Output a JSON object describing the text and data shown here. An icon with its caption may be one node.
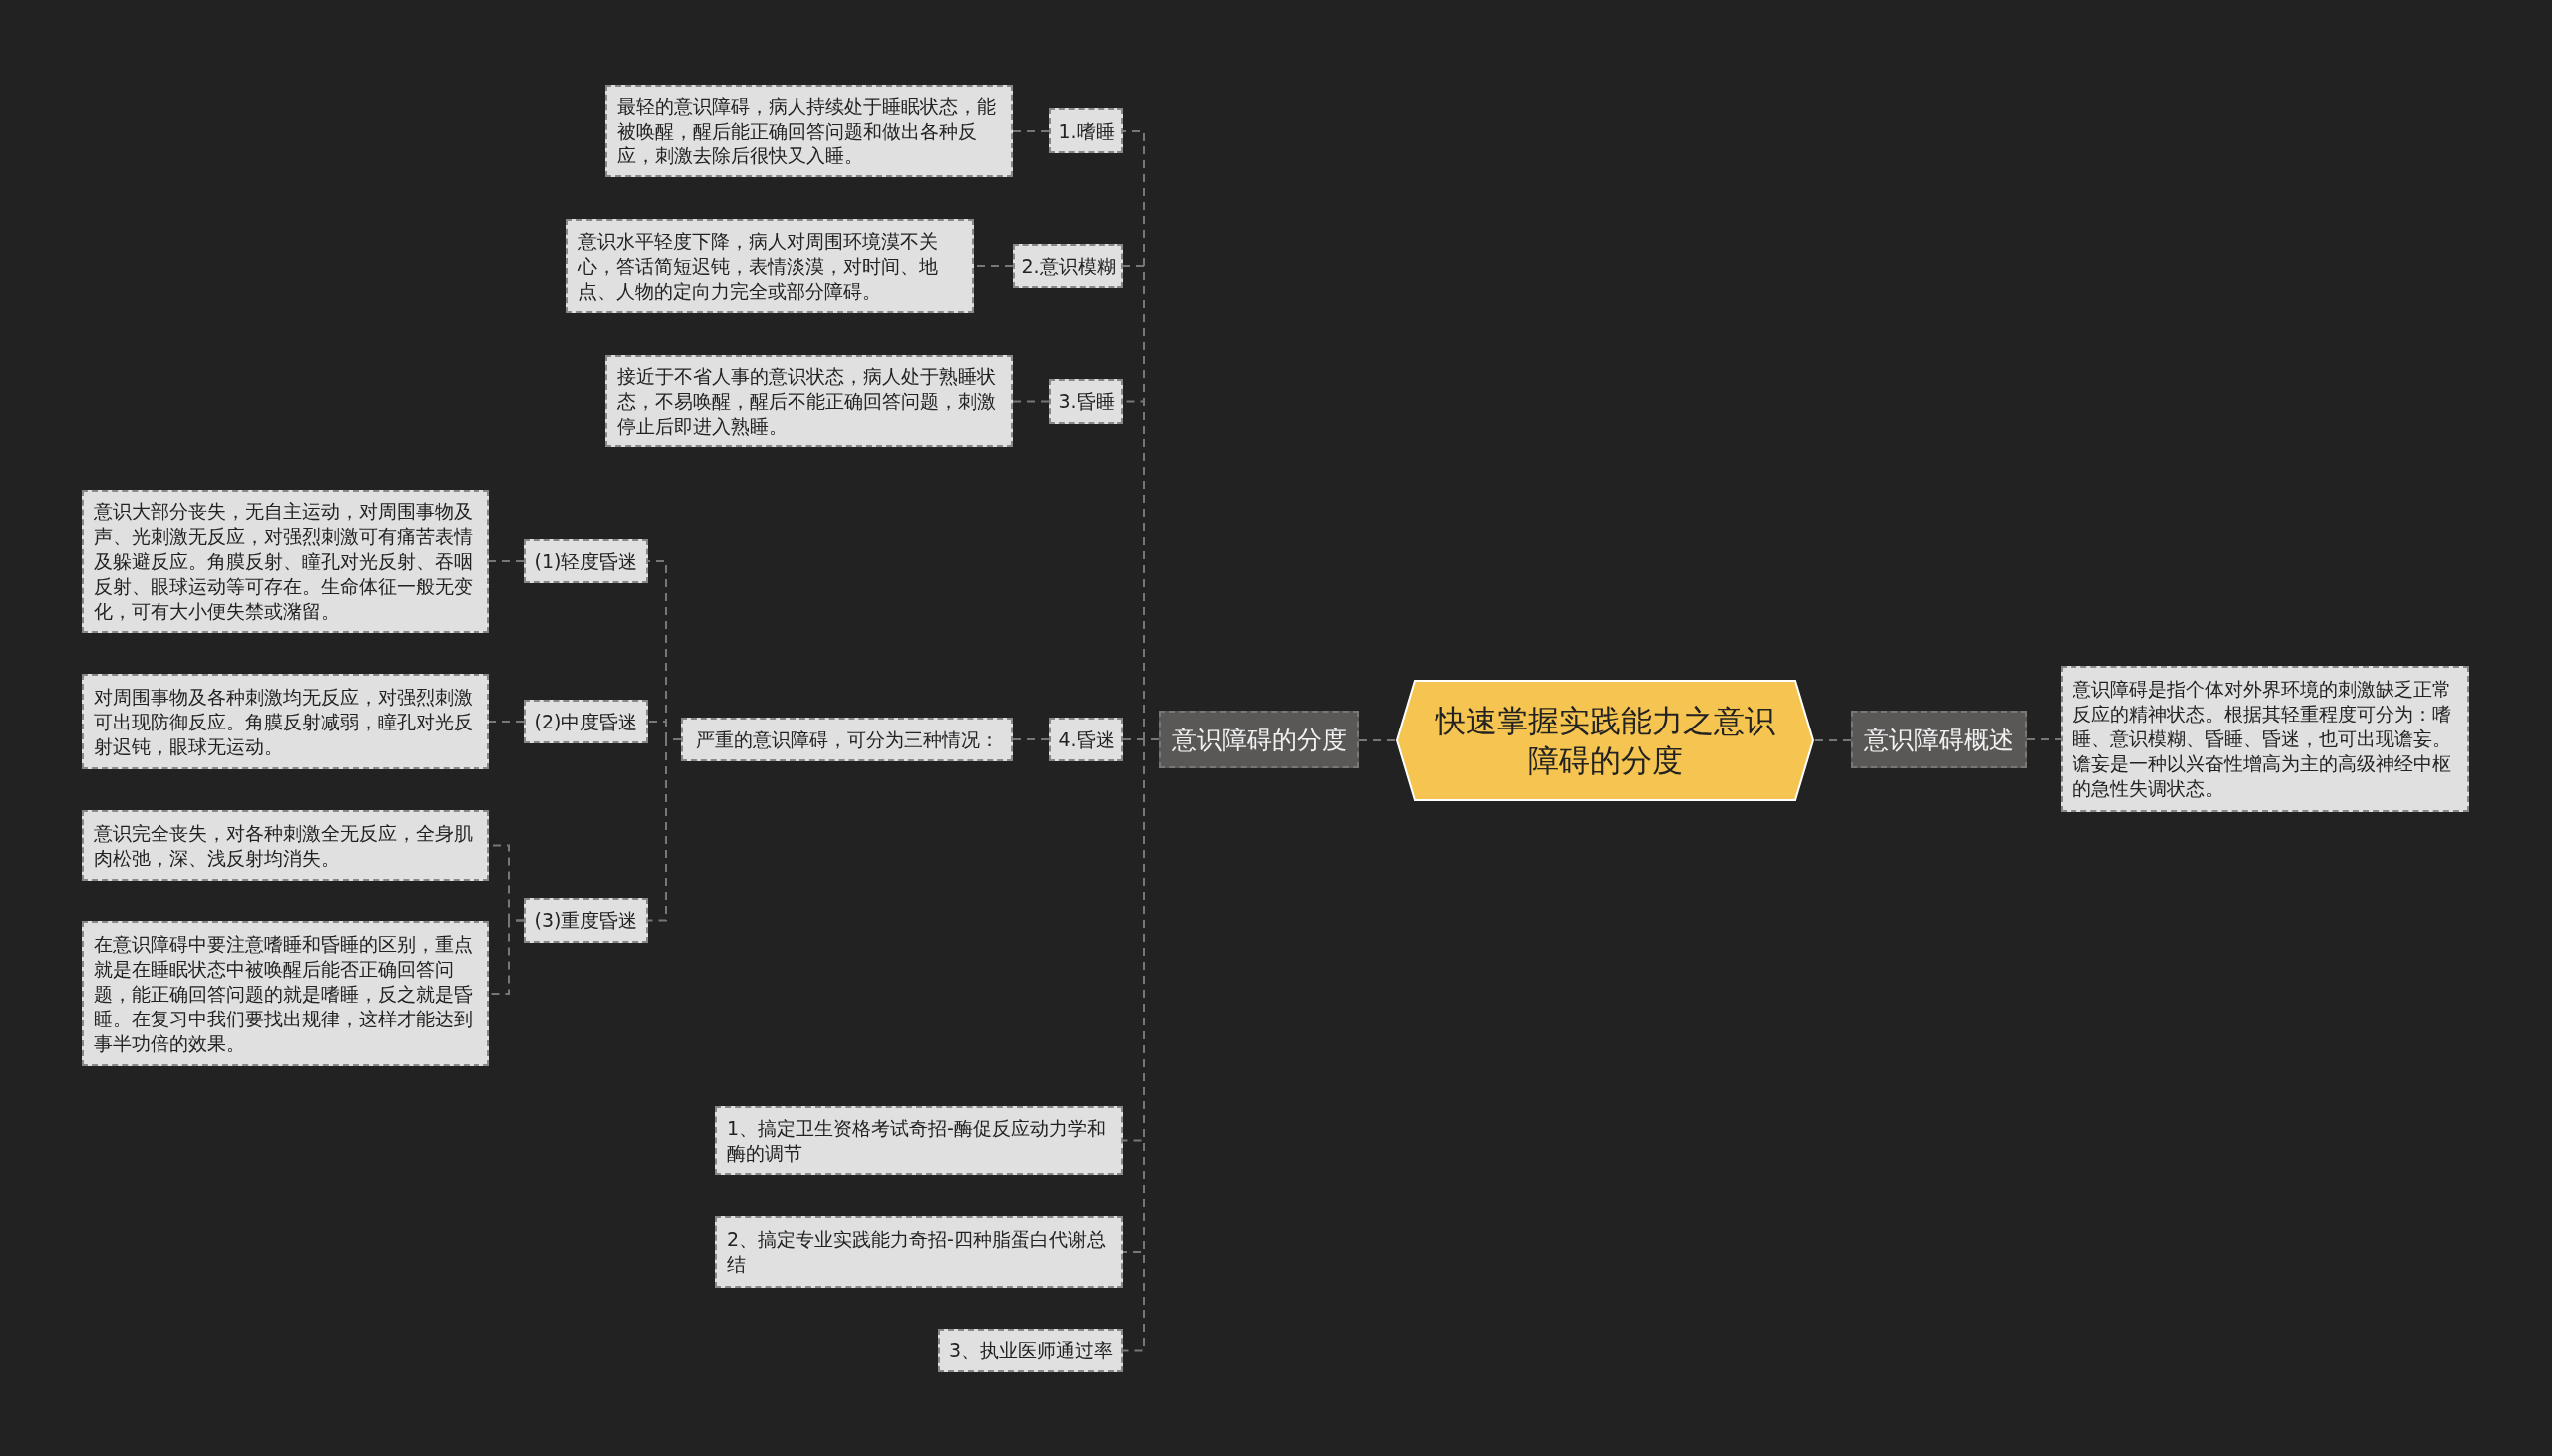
{
  "diagram": {
    "nodes": [
      {
        "text": [
          "快速掌握实践能力之意识障碍的分度"
        ]
      },
      {
        "text": [
          "意识障碍的分度"
        ]
      },
      {
        "text": [
          "1.嗜睡"
        ]
      },
      {
        "text": [
          "最轻的意识障碍，病人持续处于睡眠状态，能被唤醒，醒后能正确回答问题和做出各种反应，刺激去除后很快又入睡。"
        ]
      },
      {
        "text": [
          "2.意识模糊"
        ]
      },
      {
        "text": [
          "意识水平轻度下降，病人对周围环境漠不关心，答话简短迟钝，表情淡漠，对时间、地点、人物的定向力完全或部分障碍。"
        ]
      },
      {
        "text": [
          "3.昏睡"
        ]
      },
      {
        "text": [
          "接近于不省人事的意识状态，病人处于熟睡状态，不易唤醒，醒后不能正确回答问题，刺激停止后即进入熟睡。"
        ]
      },
      {
        "text": [
          "4.昏迷"
        ]
      },
      {
        "text": [
          "严重的意识障碍，可分为三种情况："
        ]
      },
      {
        "text": [
          "(1)轻度昏迷"
        ]
      },
      {
        "text": [
          "意识大部分丧失，无自主运动，对周围事物及声、光刺激无反应，对强烈刺激可有痛苦表情及躲避反应。角膜反射、瞳孔对光反射、吞咽反射、眼球运动等可存在。生命体征一般无变化，可有大小便失禁或潴留。"
        ]
      },
      {
        "text": [
          "(2)中度昏迷"
        ]
      },
      {
        "text": [
          "对周围事物及各种刺激均无反应，对强烈刺激可出现防御反应。角膜反射减弱，瞳孔对光反射迟钝，眼球无运动。"
        ]
      },
      {
        "text": [
          "(3)重度昏迷"
        ]
      },
      {
        "text": [
          "意识完全丧失，对各种刺激全无反应，全身肌肉松弛，深、浅反射均消失。"
        ]
      },
      {
        "text": [
          "在意识障碍中要注意嗜睡和昏睡的区别，重点就是在睡眠状态中被唤醒后能否正确回答问题，能正确回答问题的就是嗜睡，反之就是昏睡。在复习中我们要找出规律，这样才能达到事半功倍的效果。"
        ]
      },
      {
        "text": [
          "1、搞定卫生资格考试奇招-酶促反应动力学和酶的调节"
        ]
      },
      {
        "text": [
          "2、搞定专业实践能力奇招-四种脂蛋白代谢总结"
        ]
      },
      {
        "text": [
          "3、执业医师通过率"
        ]
      },
      {
        "text": [
          "意识障碍概述"
        ]
      },
      {
        "text": [
          "意识障碍是指个体对外界环境的刺激缺乏正常反应的精神状态。根据其轻重程度可分为：嗜睡、意识模糊、昏睡、昏迷，也可出现谵妄。谵妄是一种以兴奋性增高为主的高级神经中枢的急性失调状态。"
        ]
      }
    ],
    "edges": [
      {
        "from": 0,
        "to": 1,
        "arrow": "none"
      },
      {
        "from": 1,
        "to": 2,
        "arrow": "none"
      },
      {
        "from": 1,
        "to": 4,
        "arrow": "none"
      },
      {
        "from": 1,
        "to": 6,
        "arrow": "none"
      },
      {
        "from": 1,
        "to": 8,
        "arrow": "none"
      },
      {
        "from": 1,
        "to": 17,
        "arrow": "none"
      },
      {
        "from": 1,
        "to": 18,
        "arrow": "none"
      },
      {
        "from": 1,
        "to": 19,
        "arrow": "none"
      },
      {
        "from": 2,
        "to": 3,
        "arrow": "none"
      },
      {
        "from": 4,
        "to": 5,
        "arrow": "none"
      },
      {
        "from": 6,
        "to": 7,
        "arrow": "none"
      },
      {
        "from": 8,
        "to": 9,
        "arrow": "none"
      },
      {
        "from": 9,
        "to": 10,
        "arrow": "none"
      },
      {
        "from": 9,
        "to": 12,
        "arrow": "none"
      },
      {
        "from": 9,
        "to": 14,
        "arrow": "none"
      },
      {
        "from": 10,
        "to": 11,
        "arrow": "none"
      },
      {
        "from": 12,
        "to": 13,
        "arrow": "none"
      },
      {
        "from": 14,
        "to": 15,
        "arrow": "none"
      },
      {
        "from": 14,
        "to": 16,
        "arrow": "none"
      },
      {
        "from": 0,
        "to": 20,
        "arrow": "none"
      },
      {
        "from": 20,
        "to": 21,
        "arrow": "none"
      }
    ]
  }
}
